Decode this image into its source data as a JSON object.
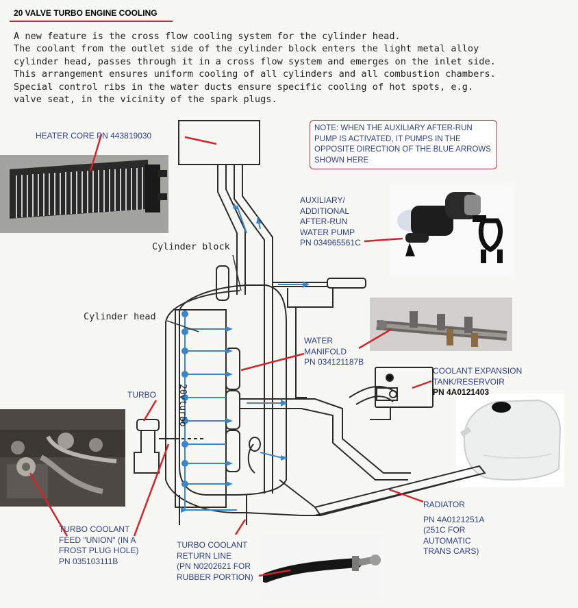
{
  "title": "20 VALVE TURBO ENGINE COOLING",
  "intro_lines": [
    "A new feature is the cross flow cooling system for the cylinder head.",
    "The coolant from the outlet side of the cylinder block enters the light metal alloy",
    "cylinder head, passes through it in a cross flow system and emerges on the inlet side.",
    "This arrangement ensures uniform cooling of all cylinders and all combustion chambers.",
    "Special control ribs in the water ducts ensure specific cooling of hot spots, e.g.",
    "valve seat, in the vicinity of the spark plugs."
  ],
  "note": "NOTE: WHEN THE AUXILIARY AFTER-RUN PUMP IS ACTIVATED, IT PUMPS IN THE OPPOSITE DIRECTION OF THE BLUE ARROWS SHOWN HERE",
  "labels": {
    "heater_core": "HEATER CORE PN 443819030",
    "aux_pump": [
      "AUXILIARY/",
      "ADDITIONAL",
      "AFTER-RUN",
      "WATER PUMP",
      "PN 034965561C"
    ],
    "water_manifold": [
      "WATER",
      "MANIFOLD",
      "PN 034121187B"
    ],
    "coolant_tank": [
      "COOLANT EXPANSION",
      "TANK/RESERVOIR"
    ],
    "coolant_tank_pn": "PN 4A0121403",
    "turbo": "TURBO",
    "radiator": [
      "RADIATOR",
      "PN 4A0121251A",
      "(251C FOR",
      "AUTOMATIC",
      "TRANS CARS)"
    ],
    "turbo_feed": [
      "TURBO COOLANT",
      "FEED \"UNION\" (IN A",
      "FROST PLUG HOLE)",
      "PN 035103111B"
    ],
    "turbo_return": [
      "TURBO COOLANT",
      "RETURN LINE",
      "(PN N0202621 FOR",
      "RUBBER PORTION)"
    ]
  },
  "diagram_text": {
    "cylinder_block": "Cylinder block",
    "cylinder_head": "Cylinder head",
    "engraving": "20vturbo"
  },
  "colors": {
    "label_blue": "#2e3f8f",
    "leader_red": "#d4232a",
    "flow_arrow": "#3a86c8",
    "note_border": "#c0303a"
  }
}
